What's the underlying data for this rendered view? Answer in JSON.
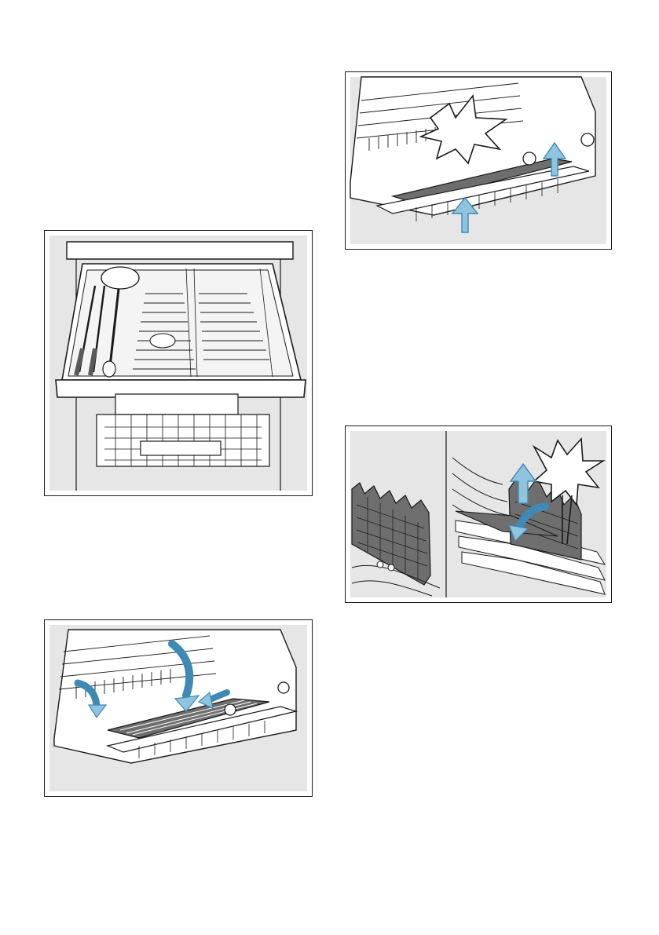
{
  "page": {
    "figures": [
      {
        "id": "fig-cutlery-drawer",
        "subject": "cutlery-drawer-loaded"
      },
      {
        "id": "fig-drawer-insert-fold",
        "subject": "drawer-insert-fold-down"
      },
      {
        "id": "fig-drawer-insert-lift",
        "subject": "drawer-insert-lift-click"
      },
      {
        "id": "fig-rack-tines",
        "subject": "rack-tines-fold"
      }
    ],
    "colors": {
      "figure_bg": "#e6e6e6",
      "line": "#1a1a1a",
      "arrow_fill": "#8fc3de",
      "arrow_stroke": "#3e8ab5",
      "part_dark": "#6e6e6e",
      "part_light": "#ffffff"
    },
    "icons": [
      "click-burst-icon",
      "arrow-down-icon",
      "arrow-up-icon",
      "curved-arrow-icon"
    ]
  }
}
